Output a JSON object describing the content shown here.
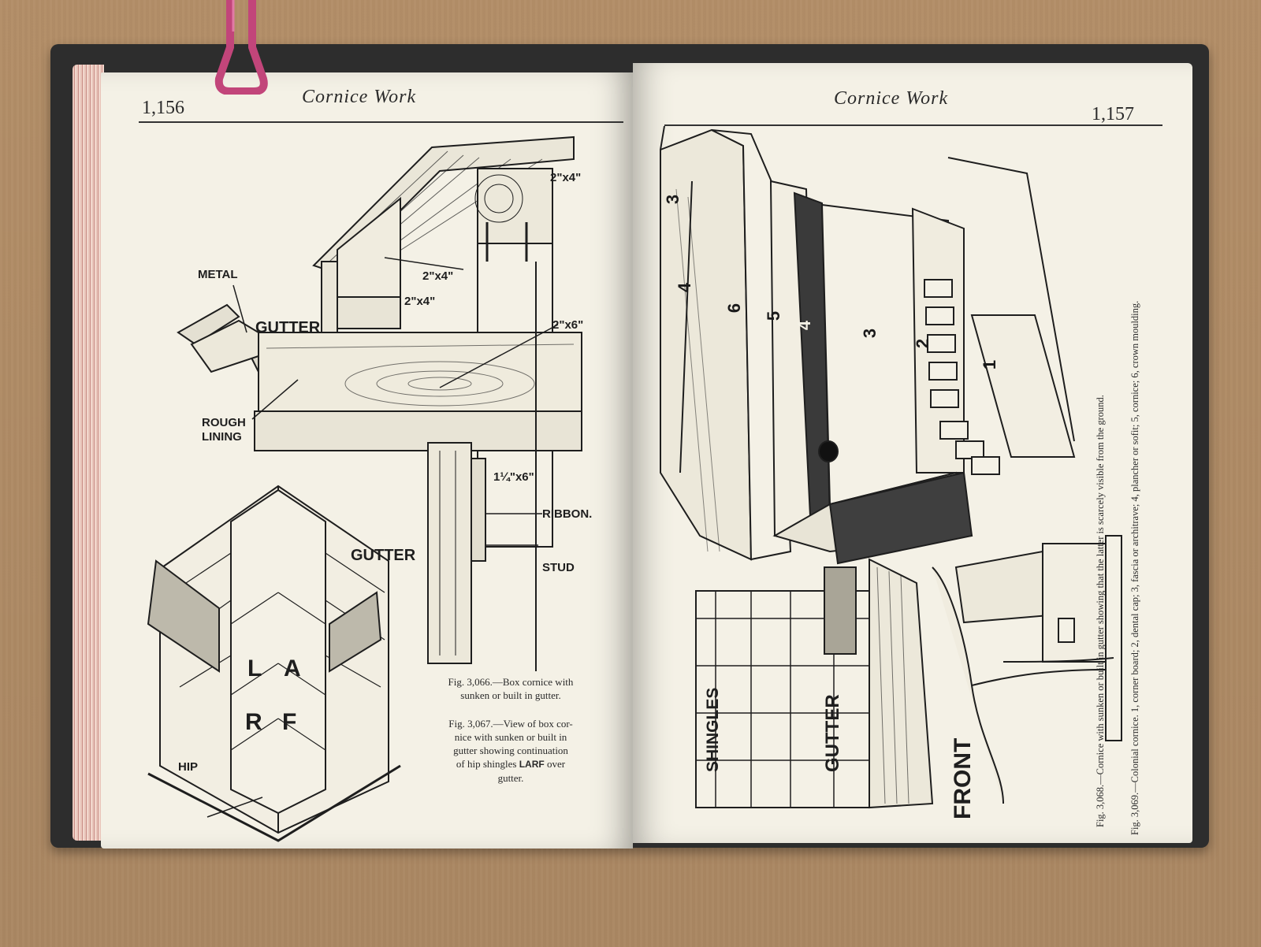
{
  "left_page": {
    "page_number": "1,156",
    "running_head": "Cornice Work",
    "labels": {
      "metal": "METAL",
      "gutter_top": "GUTTER",
      "rough": "ROUGH",
      "lining": "LINING",
      "dim_2x4_top": "2\"x4\"",
      "dim_2x4_mid": "2\"x4\"",
      "dim_2x4_small": "2\"x4\"",
      "dim_2x6": "2\"x6\"",
      "dim_1x6": "1¼\"x6\"",
      "ribbon": "RIBBON.",
      "stud": "STUD",
      "gutter_bottom": "GUTTER",
      "hip": "HIP",
      "letter_l": "L",
      "letter_a": "A",
      "letter_r": "R",
      "letter_f": "F"
    },
    "caption_3066": {
      "line1": "Fig. 3,066.—Box cornice with",
      "line2": "sunken or built in gutter."
    },
    "caption_3067": {
      "line1": "Fig. 3,067.—View of box cor-",
      "line2": "nice with sunken or built in",
      "line3": "gutter showing continuation",
      "line4_a": "of hip shingles ",
      "line4_b": "LARF",
      "line4_c": " over",
      "line5": "gutter."
    }
  },
  "right_page": {
    "page_number": "1,157",
    "running_head": "Cornice Work",
    "numbers": {
      "n3_left": "3",
      "n4_left": "4",
      "n6": "6",
      "n5": "5",
      "n4": "4",
      "n3": "3",
      "n2": "2",
      "n1": "1"
    },
    "labels": {
      "shingles": "SHINGLES",
      "gutter": "GUTTER",
      "front": "FRONT"
    },
    "caption_3068": "Fig. 3,068.—Cornice with sunken or built in gutter showing that the latter is scarcely visible from the ground.",
    "caption_3069": "Fig. 3,069.—Colonial cornice. 1, corner board; 2, dental cap; 3, fascia or architrave; 4, plancher or sofit; 5, cornice; 6, crown moulding."
  },
  "colors": {
    "cardboard": "#b9936b",
    "cover": "#2d2d2d",
    "paper": "#f4f1e6",
    "ink": "#1e1e1e",
    "clip": "#c2457a"
  }
}
